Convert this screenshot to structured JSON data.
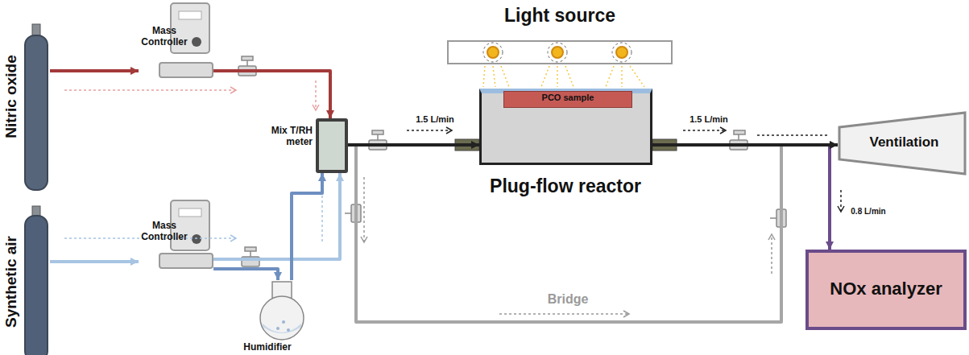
{
  "diagram": {
    "nodes": [
      {
        "text": [
          "Light source"
        ]
      },
      {
        "text": [
          "Mass Controller"
        ]
      },
      {
        "text": [
          "Nitric oxide"
        ]
      },
      {
        "text": [
          "Mix T/RH meter"
        ]
      },
      {
        "text": [
          "Plug-flow reactor"
        ]
      },
      {
        "text": [
          "PCO sample"
        ],
        "in": 4
      },
      {
        "text": [
          "Ventilation"
        ]
      },
      {
        "text": [
          "Mass Controller"
        ]
      },
      {
        "text": [
          "Synthetic air"
        ]
      },
      {
        "text": [
          "Humidifier"
        ]
      },
      {
        "text": [
          "NOx analyzer"
        ]
      }
    ],
    "edges": [
      {
        "from": 2,
        "to": 1,
        "arrow": "to"
      },
      {
        "from": 1,
        "to": 3,
        "arrow": "to"
      },
      {
        "from": 8,
        "to": 7,
        "arrow": "to"
      },
      {
        "from": 7,
        "to": 3,
        "arrow": "to"
      },
      {
        "from": 7,
        "to": 9,
        "arrow": "to"
      },
      {
        "from": 9,
        "to": 3,
        "arrow": "to"
      },
      {
        "from": 3,
        "to": 4,
        "label": "1.5 L/min",
        "arrow": "to"
      },
      {
        "from": 4,
        "to": 6,
        "label": "1.5 L/min",
        "arrow": "to"
      },
      {
        "from": 3,
        "to": 6,
        "label": "Bridge",
        "arrow": "to"
      },
      {
        "from": 4,
        "to": 10,
        "label": "0.8 L/min",
        "arrow": "to"
      }
    ]
  }
}
